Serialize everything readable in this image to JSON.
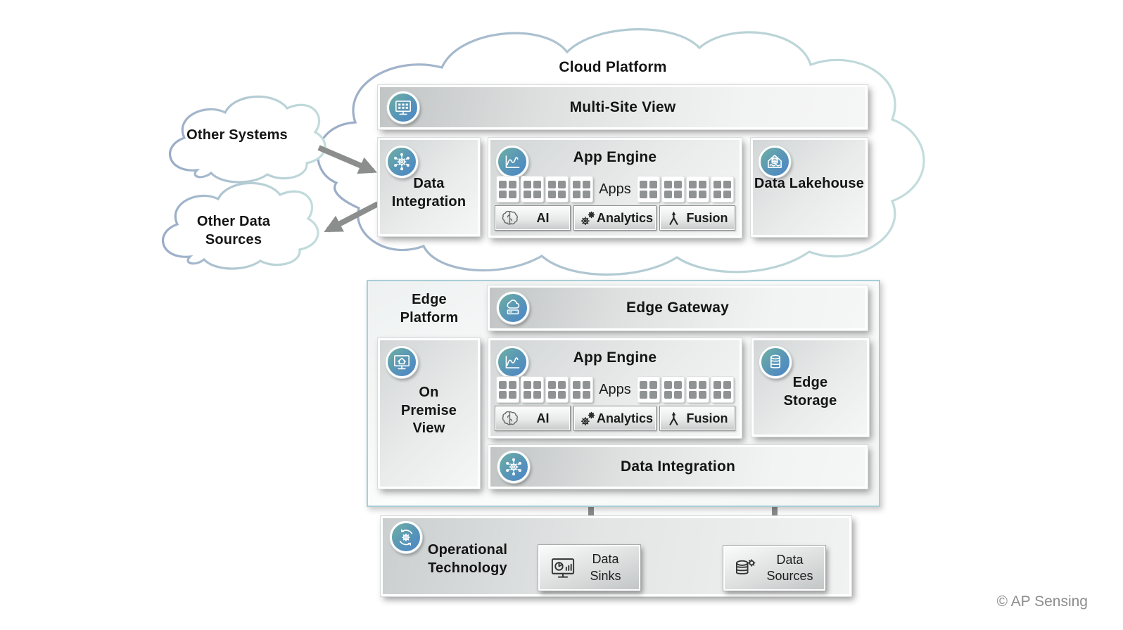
{
  "page": {
    "copyright": "© AP Sensing"
  },
  "external": {
    "other_systems": {
      "label": "Other Systems"
    },
    "other_data_sources": {
      "label": "Other Data Sources"
    }
  },
  "cloud_platform": {
    "title": "Cloud Platform",
    "multi_site_view": {
      "label": "Multi-Site View",
      "icon": "monitor-grid-icon"
    },
    "data_integration": {
      "label": "Data Integration",
      "icon": "gear-network-icon"
    },
    "app_engine": {
      "title": "App Engine",
      "icon": "line-chart-icon",
      "apps_label": "Apps",
      "buttons": [
        {
          "label": "AI",
          "icon": "brain-icon"
        },
        {
          "label": "Analytics",
          "icon": "gears-icon"
        },
        {
          "label": "Fusion",
          "icon": "merge-arrow-icon"
        }
      ]
    },
    "data_lakehouse": {
      "label": "Data Lakehouse",
      "icon": "lakehouse-icon"
    }
  },
  "edge_platform": {
    "label": "Edge Platform",
    "edge_gateway": {
      "label": "Edge Gateway",
      "icon": "cloud-server-icon"
    },
    "on_premise_view": {
      "label": "On Premise View",
      "icon": "monitor-home-icon"
    },
    "app_engine": {
      "title": "App Engine",
      "icon": "line-chart-icon",
      "apps_label": "Apps",
      "buttons": [
        {
          "label": "AI",
          "icon": "brain-icon"
        },
        {
          "label": "Analytics",
          "icon": "gears-icon"
        },
        {
          "label": "Fusion",
          "icon": "merge-arrow-icon"
        }
      ]
    },
    "edge_storage": {
      "label": "Edge Storage",
      "icon": "database-icon"
    },
    "data_integration": {
      "label": "Data Integration",
      "icon": "gear-network-icon"
    }
  },
  "operational_technology": {
    "label": "Operational Technology",
    "icon": "gear-sync-icon",
    "data_sinks": {
      "label": "Data Sinks",
      "icon": "monitor-chart-icon"
    },
    "data_sources": {
      "label": "Data Sources",
      "icon": "database-gear-icon"
    }
  },
  "colors": {
    "icon_gradient_start": "#6fb0a3",
    "icon_gradient_end": "#4c85c8",
    "cloud_stroke_blue": "#9aabc7",
    "cloud_stroke_teal": "#c3dddd",
    "edge_border": "#a9ced6",
    "arrow": "#8c8e8e"
  }
}
